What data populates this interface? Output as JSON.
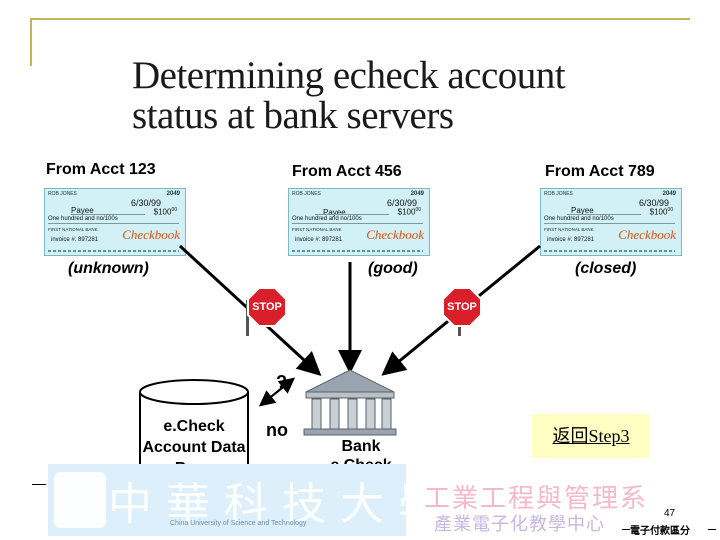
{
  "title": "Determining echeck account status at bank servers",
  "accounts": [
    {
      "label": "From Acct 123",
      "status": "(unknown)"
    },
    {
      "label": "From Acct 456",
      "status": "(good)"
    },
    {
      "label": "From Acct 789",
      "status": "(closed)"
    }
  ],
  "check": {
    "drawer": "ROB JONES",
    "number": "2049",
    "date": "6/30/99",
    "payee": "Payee",
    "amount": "$100",
    "amount_cents": "00",
    "words": "One hundred and no/100s",
    "bank": "FIRST NATIONAL BANK",
    "memo": "invoice #: 897281",
    "logo": "Checkbook"
  },
  "stop_sign": "STOP",
  "question": "?",
  "no_label": "no",
  "database_label": "e.Check Account Data Base",
  "server_label": "Bank e.Check Server",
  "return_link": "返回Step3",
  "banner": {
    "university_cn": "中華科技大學",
    "university_en": "China University of Science and Technology"
  },
  "department_1": "工業工程與管理系",
  "department_2": "產業電子化教學中心",
  "page_number": "47",
  "footer": "電子付款區分",
  "colors": {
    "check_fill": "#d2f1f6",
    "stop_red": "#d9202a",
    "return_bg": "#ffffc4",
    "accent_gold": "#c9b25a"
  }
}
